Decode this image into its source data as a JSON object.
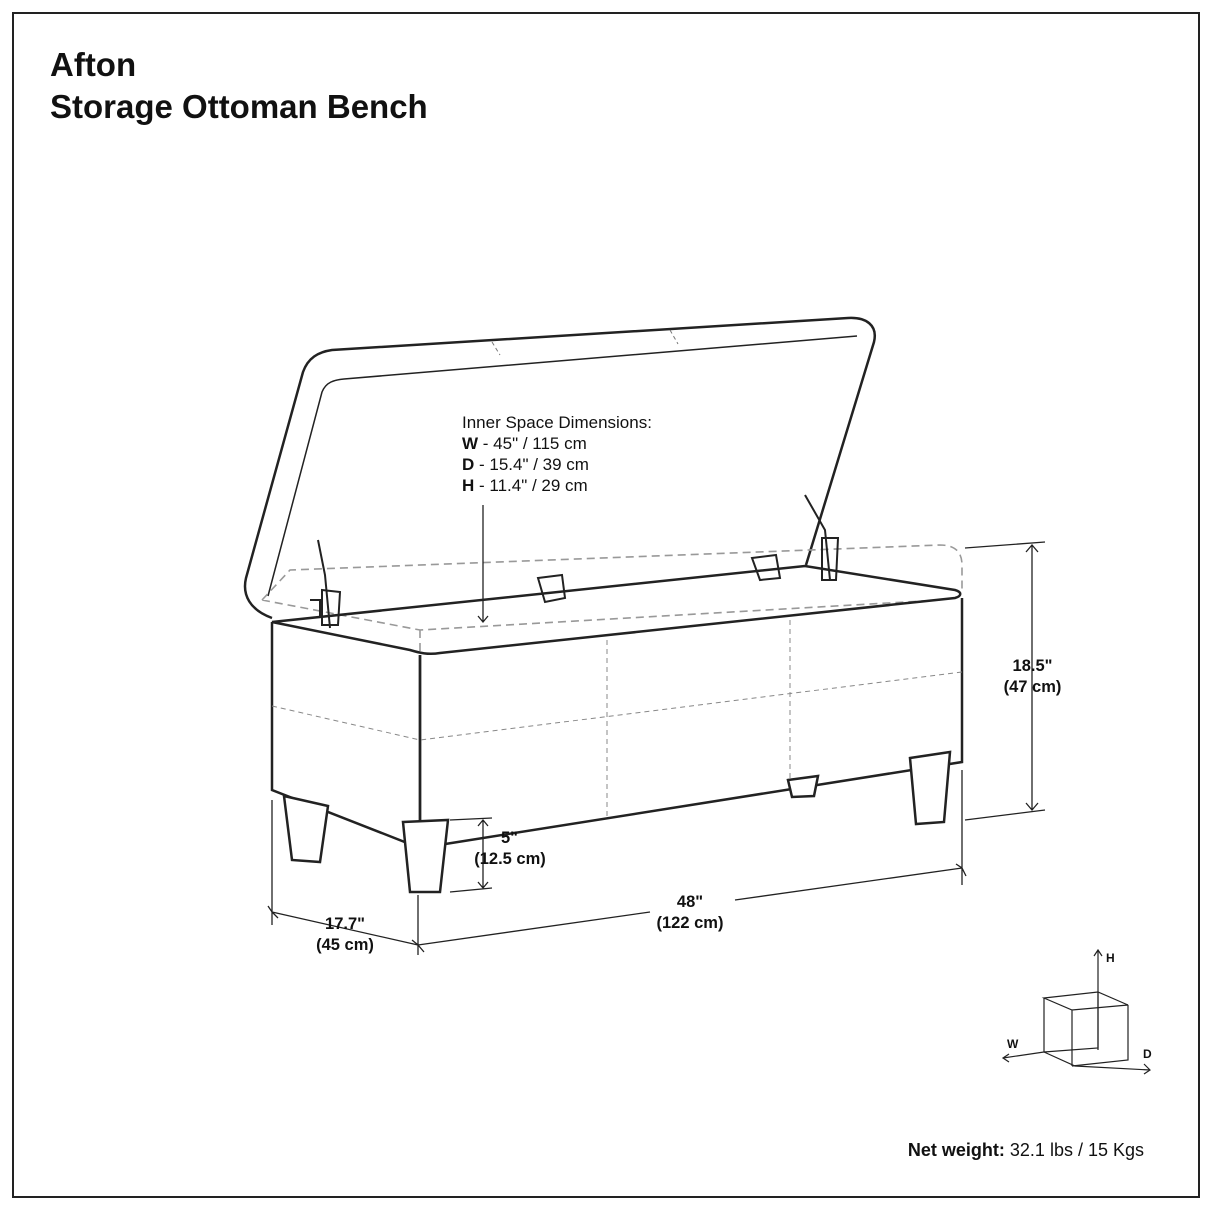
{
  "title": {
    "line1": "Afton",
    "line2": "Storage Ottoman Bench"
  },
  "inner_space": {
    "heading": "Inner Space Dimensions:",
    "rows": [
      {
        "key": "W",
        "value": " - 45\" / 115 cm"
      },
      {
        "key": "D",
        "value": " - 15.4\" / 39 cm"
      },
      {
        "key": "H",
        "value": " - 11.4\" / 29 cm"
      }
    ]
  },
  "dimensions": {
    "height": {
      "imperial": "18.5\"",
      "metric": "(47 cm)"
    },
    "leg": {
      "imperial": "5\"",
      "metric": "(12.5 cm)"
    },
    "width": {
      "imperial": "48\"",
      "metric": "(122 cm)"
    },
    "depth": {
      "imperial": "17.7\"",
      "metric": "(45 cm)"
    }
  },
  "axes_icon": {
    "h": "H",
    "w": "W",
    "d": "D"
  },
  "net_weight": {
    "label": "Net weight:",
    "value": " 32.1 lbs / 15 Kgs"
  }
}
